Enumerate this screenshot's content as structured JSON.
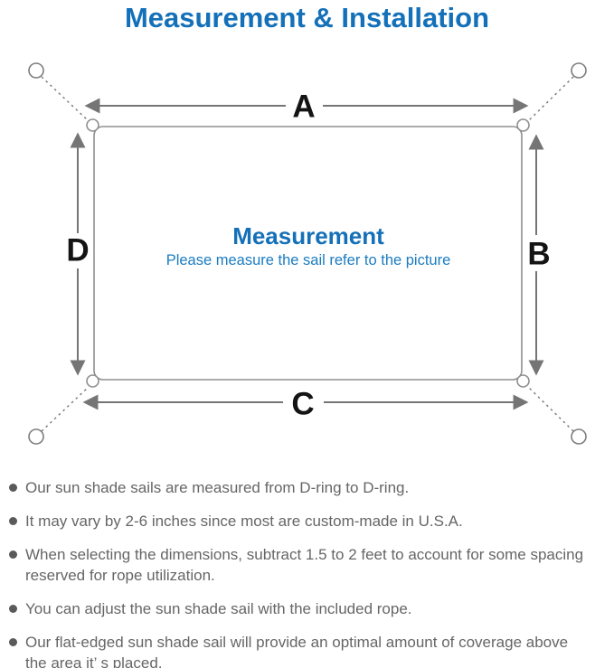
{
  "page": {
    "title": "Measurement & Installation"
  },
  "diagram": {
    "labels": {
      "top": "A",
      "right": "B",
      "bottom": "C",
      "left": "D"
    },
    "center_title": "Measurement",
    "center_subtitle": "Please measure the sail refer to the picture"
  },
  "bullets": {
    "items": [
      {
        "text": "Our sun shade sails are measured from D-ring to D-ring."
      },
      {
        "text": "It may vary by 2-6 inches since most are custom-made in U.S.A."
      },
      {
        "text": "When selecting the dimensions, subtract 1.5 to 2 feet to account for some spacing\nreserved for rope utilization."
      },
      {
        "text": "You can adjust the sun shade sail with the included rope."
      },
      {
        "text": "Our flat-edged sun shade sail will provide an optimal amount of coverage above\nthe area it’ s placed."
      }
    ]
  },
  "colors": {
    "accent_blue": "#1470b8",
    "subtitle_blue": "#1b7cc0",
    "diagram_line_gray": "#757575",
    "sail_outline_gray": "#8f8f8f",
    "dimension_label_black": "#141414",
    "body_text_gray": "#666666"
  }
}
